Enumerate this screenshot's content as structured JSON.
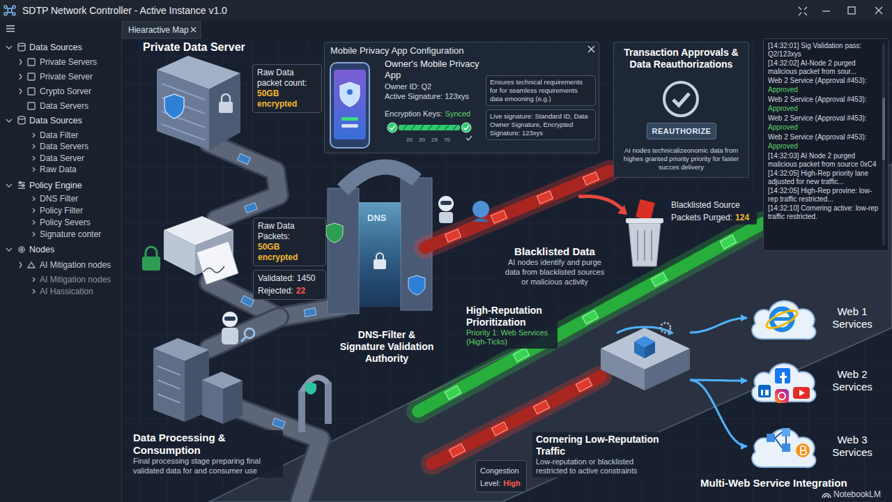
{
  "diagram": {
    "title": "SDTP Network Controller - Active Instance v1.0",
    "nodes": [
      {
        "text": [
          "Private Data Server"
        ]
      },
      {
        "text": [
          "Raw Data packet count:",
          "50GB encrypted"
        ]
      },
      {
        "text": [
          "Mobile Privacy App Configuration"
        ]
      },
      {
        "text": [
          "Owner's Mobile Privacy App",
          "Owner ID: Q2",
          "Active Signature: 123xys"
        ],
        "in": 2
      },
      {
        "text": [
          "Ensures technical requirements for for seamless requirements data emooning (e.g.)"
        ],
        "in": 2
      },
      {
        "text": [
          "Encryption Keys:",
          "Synced"
        ],
        "in": 2
      },
      {
        "text": [
          "Live signature: Standard ID, Data Owner Signature, Encrypted Signature: 123xys"
        ],
        "in": 2
      },
      {
        "text": [
          "Transaction Approvals & Data Reauthorizations",
          "AI nodes technicalizeonomic data from highes granted priority priority for faster succes delivery"
        ]
      },
      {
        "text": [
          "REAUTHORIZE"
        ],
        "in": 7
      },
      {
        "text": [
          "[14:32:01] Sig Validation pass: Q2/123xys",
          "[14:32:02] AI-Node 2 purged malicious packet from sour...",
          "Web 2 Service (Approval #453):",
          "Approved",
          "Web 2 Service (Approval #453):",
          "Approved",
          "Web 2 Service (Approval #453):",
          "Approved",
          "Web 2 Service (Approval #453):",
          "Approved",
          "[14:32:03] AI Node 2 purged malicious packet from source 0xC4",
          "[14:32:05] High-Rep priority lane adjusted for new traffic...",
          "[14:32:05] High-Rep provine: low-rep traffic restricted...",
          "[14:32:10] Cornering active: low-rep traffic restricted."
        ]
      },
      {
        "text": [
          "Raw Data Packets:",
          "50GB encrypted"
        ]
      },
      {
        "text": [
          "Validated: 1450",
          "Rejected:",
          "22"
        ]
      },
      {
        "text": [
          "DNS-Filter & Signature Validation Authority"
        ]
      },
      {
        "text": [
          "Blacklisted Data",
          "AI nodes identify and purge data from blacklisted sources or malicious activity"
        ]
      },
      {
        "text": [
          "Blacklisted Source Packets Purged:",
          "124"
        ]
      },
      {
        "text": [
          "High-Reputation Prioritization",
          "Priority 1: Web Services (High-Ticks)"
        ]
      },
      {
        "text": [
          "Data Processing & Consumption",
          "Final processing stage preparing final validated data for and consumer use"
        ]
      },
      {
        "text": [
          "Cornering Low-Reputation Traffic",
          "Low-reputation or blacklisted restricted to active constraints"
        ]
      },
      {
        "text": [
          "Congestion Level:",
          "High"
        ]
      },
      {
        "text": [
          "Multi-Web Service Integration"
        ]
      },
      {
        "text": [
          "Web 1 Services"
        ]
      },
      {
        "text": [
          "Web 2 Services"
        ]
      },
      {
        "text": [
          "Web 3 Services"
        ]
      }
    ],
    "edges": [
      {
        "from": 19,
        "to": 20,
        "arrow": "to"
      },
      {
        "from": 19,
        "to": 21,
        "arrow": "to"
      },
      {
        "from": 19,
        "to": 22,
        "arrow": "to"
      }
    ],
    "labels": [
      "Hiearactive Map",
      "Data Sources",
      "Private Servers",
      "Private Server",
      "Crypto Sorver",
      "Data Servers",
      "Data Sources",
      "Data Filter",
      "Data Servers",
      "Data Server",
      "Raw Data",
      "Policy Engine",
      "DNS Filter",
      "Policy Filter",
      "Policy Severs",
      "Signature conter",
      "Nodes",
      "AI Mitigation nodes",
      "AI Mitigation nodes",
      "AI Hassication",
      "20",
      "20",
      "29",
      "70",
      "DNS",
      "NotebookLM"
    ]
  }
}
